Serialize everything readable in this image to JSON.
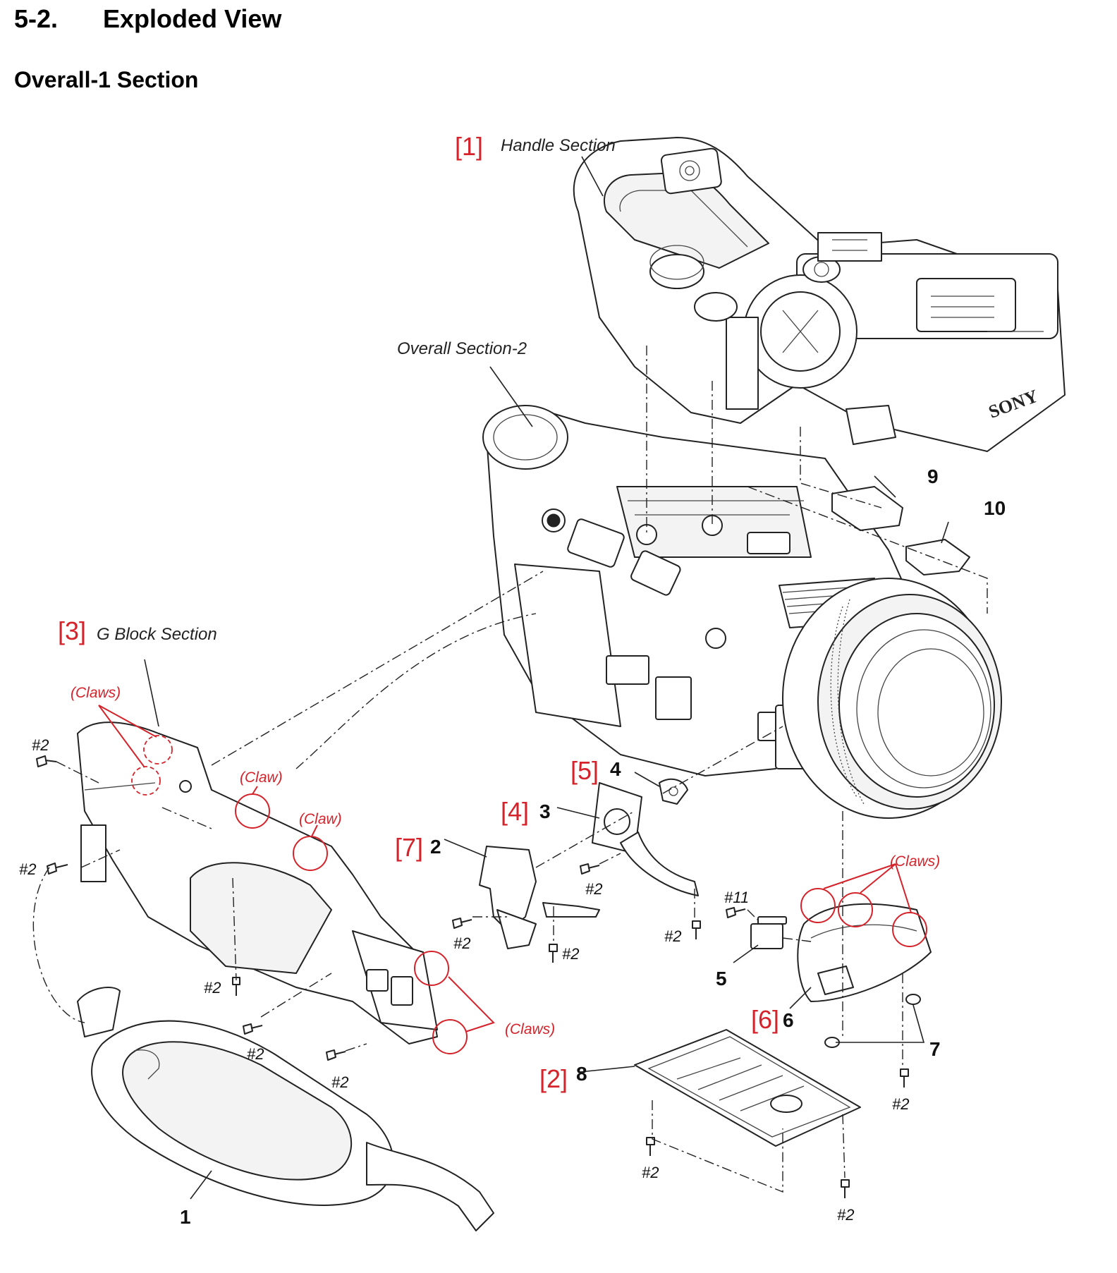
{
  "header": {
    "section_number": "5-2.",
    "section_title": "Exploded View",
    "subsection_title": "Overall-1 Section"
  },
  "labels": {
    "ref_1": "[1]",
    "handle_section": "Handle Section",
    "overall_section_2": "Overall Section-2",
    "ref_3": "[3]",
    "g_block_section": "G Block Section",
    "ref_5": "[5]",
    "ref_4": "[4]",
    "ref_7": "[7]",
    "ref_6": "[6]",
    "ref_2": "[2]",
    "claws_top_left": "(Claws)",
    "claw_1": "(Claw)",
    "claw_2": "(Claw)",
    "claws_bottom": "(Claws)",
    "claws_right": "(Claws)"
  },
  "part_numbers": {
    "p1": "1",
    "p2": "2",
    "p3": "3",
    "p4": "4",
    "p5": "5",
    "p6": "6",
    "p7": "7",
    "p8": "8",
    "p9": "9",
    "p10": "10"
  },
  "screws": {
    "s1": "#2",
    "s2": "#2",
    "s3": "#2",
    "s4": "#2",
    "s5": "#2",
    "s6": "#2",
    "s7": "#2",
    "s8": "#2",
    "s9": "#2",
    "s10": "#11",
    "s11": "#2",
    "s12": "#2",
    "s13": "#2"
  },
  "logo_text": "SONY",
  "colors": {
    "reference_red": "#d4232b",
    "line_dark": "#222222"
  }
}
